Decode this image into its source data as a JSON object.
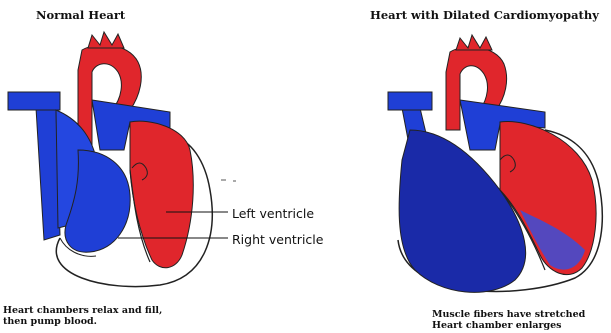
{
  "titles": {
    "left": "Normal Heart",
    "right": "Heart with Dilated Cardiomyopathy"
  },
  "labels": {
    "left_ventricle": "Left ventricle",
    "right_ventricle": "Right ventricle"
  },
  "captions": {
    "left_line1": "Heart chambers relax and fill,",
    "left_line2": "then pump blood.",
    "right_line1": "Muscle fibers have stretched",
    "right_line2": "Heart chamber enlarges"
  },
  "colors": {
    "oxygenated_red": "#e0262c",
    "deoxygenated_blue": "#1f3fd6",
    "dark_blue": "#1a2aa8",
    "outline": "#222222"
  }
}
